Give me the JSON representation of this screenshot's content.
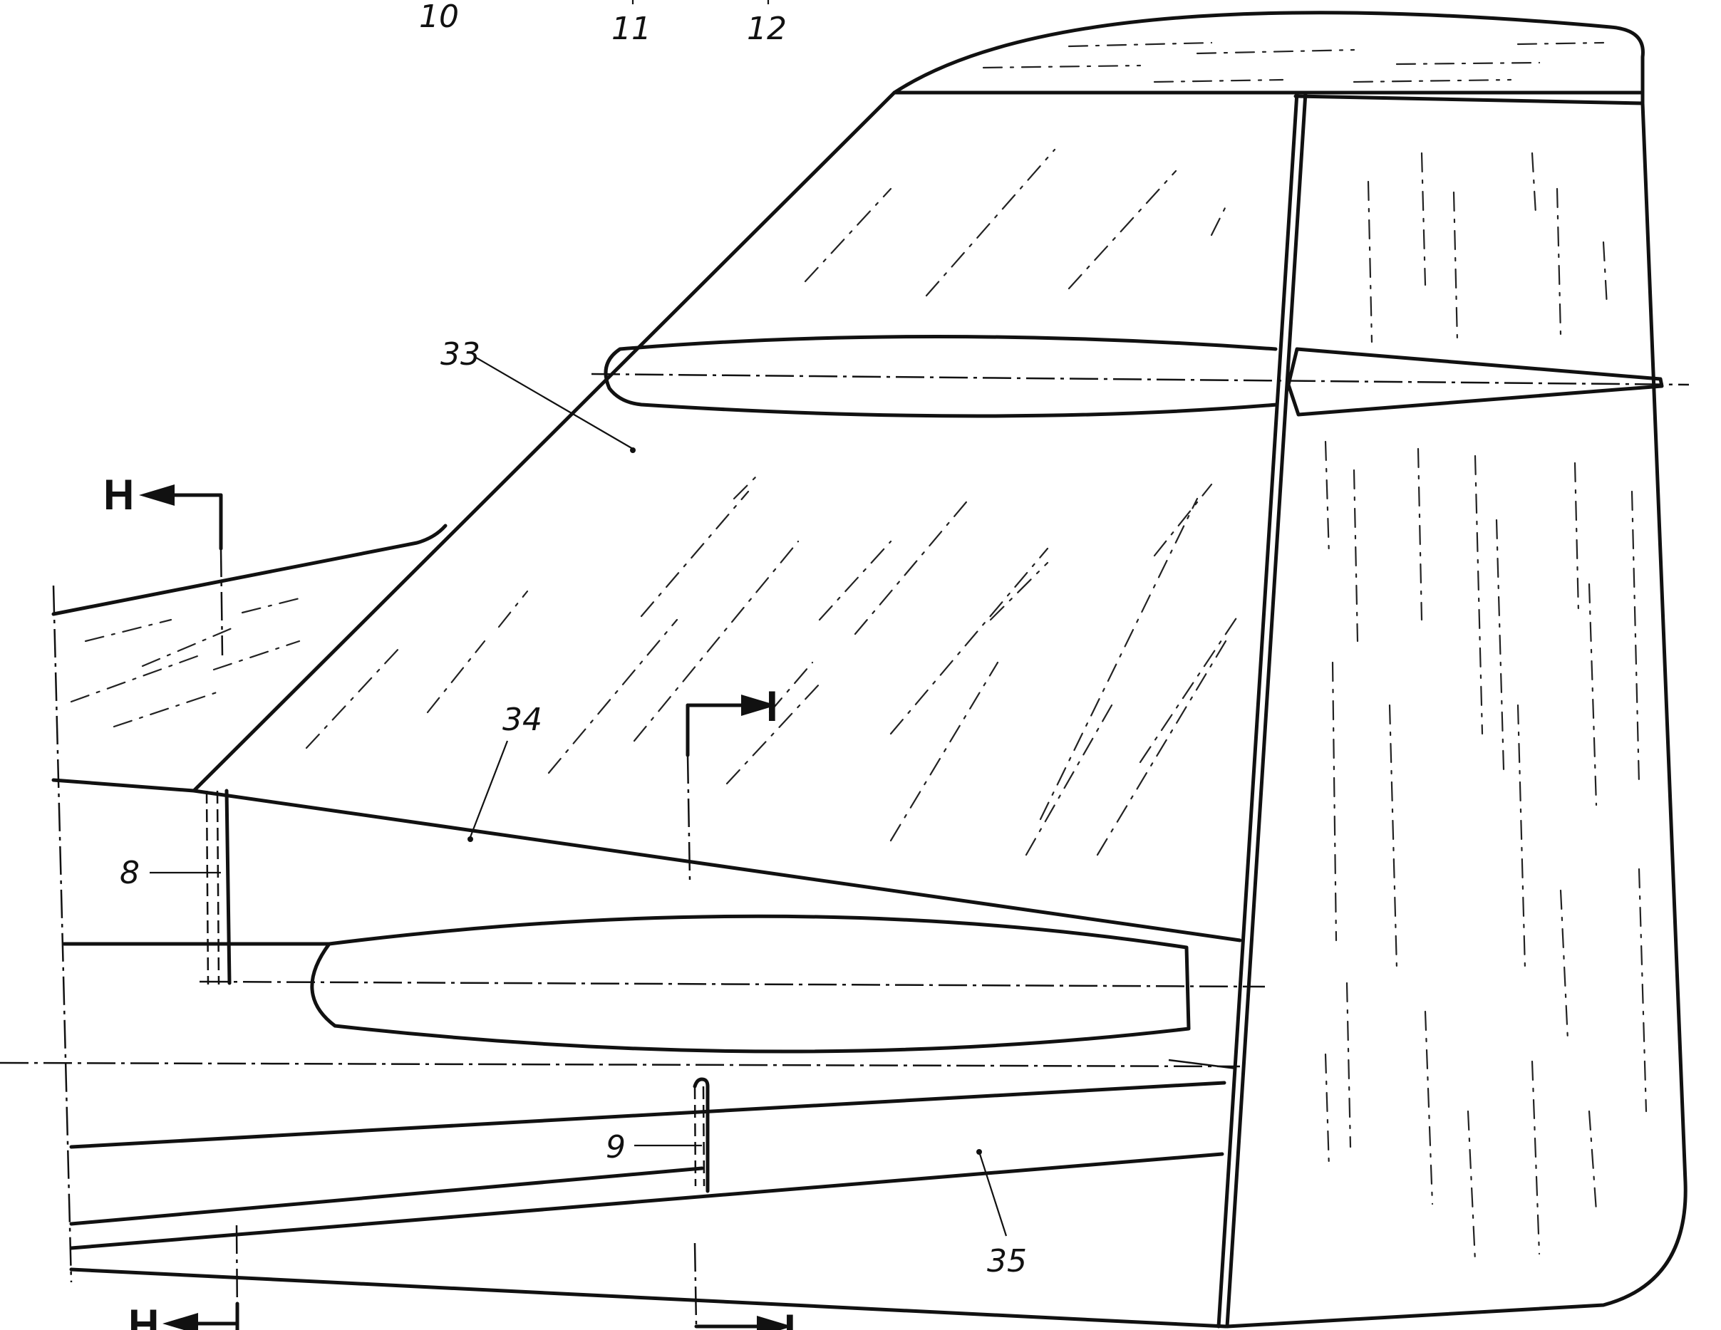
{
  "drawing": {
    "callouts": {
      "top_10": "10",
      "top_11": "11",
      "top_12": "12",
      "ref_33": "33",
      "ref_34": "34",
      "ref_35": "35",
      "ref_8": "8",
      "ref_9": "9"
    },
    "section_markers": {
      "h_upper": "H",
      "h_lower": "H",
      "i_upper": "I",
      "i_lower": "I"
    }
  }
}
